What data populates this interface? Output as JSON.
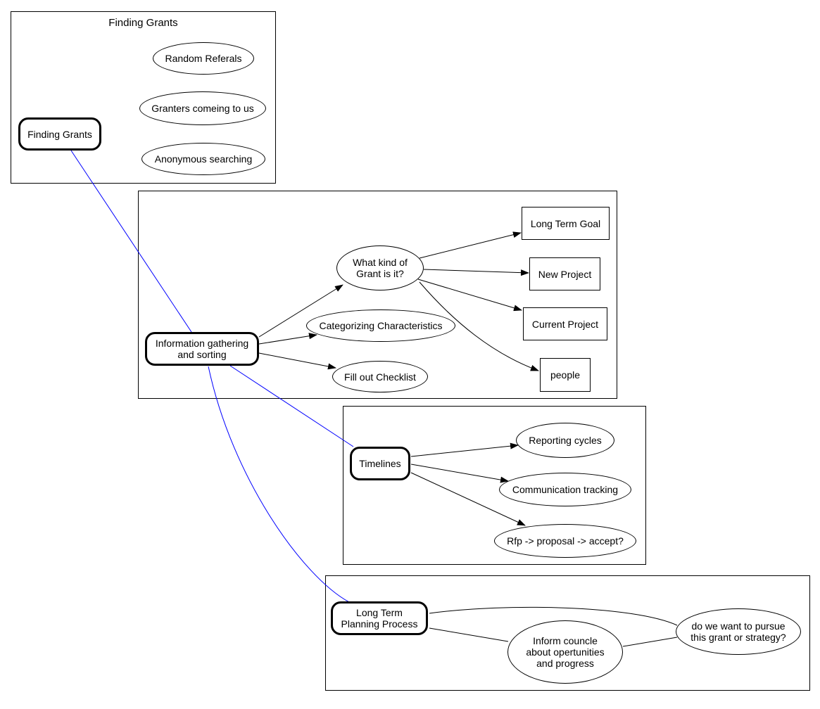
{
  "colors": {
    "background": "#ffffff",
    "outline": "#000000",
    "link_edge": "#0000ff"
  },
  "clusters": {
    "finding_grants": {
      "title": "Finding Grants"
    },
    "information_gathering": {
      "title": ""
    },
    "timelines": {
      "title": ""
    },
    "long_term_planning": {
      "title": ""
    }
  },
  "nodes": {
    "finding_grants": {
      "lines": [
        "Finding Grants"
      ]
    },
    "random_referals": {
      "lines": [
        "Random Referals"
      ]
    },
    "granters_comeing": {
      "lines": [
        "Granters comeing to us"
      ]
    },
    "anonymous_searching": {
      "lines": [
        "Anonymous searching"
      ]
    },
    "information_gathering": {
      "lines": [
        "Information gathering",
        "and sorting"
      ]
    },
    "what_kind_of_grant": {
      "lines": [
        "What kind of",
        "Grant is it?"
      ]
    },
    "categorizing_characteristics": {
      "lines": [
        "Categorizing Characteristics"
      ]
    },
    "fill_out_checklist": {
      "lines": [
        "Fill out Checklist"
      ]
    },
    "long_term_goal": {
      "lines": [
        "Long Term Goal"
      ]
    },
    "new_project": {
      "lines": [
        "New Project"
      ]
    },
    "current_project": {
      "lines": [
        "Current Project"
      ]
    },
    "people": {
      "lines": [
        "people"
      ]
    },
    "timelines": {
      "lines": [
        "Timelines"
      ]
    },
    "reporting_cycles": {
      "lines": [
        "Reporting cycles"
      ]
    },
    "communication_tracking": {
      "lines": [
        "Communication tracking"
      ]
    },
    "rfp_proposal_accept": {
      "lines": [
        "Rfp -> proposal -> accept?"
      ]
    },
    "long_term_planning": {
      "lines": [
        "Long Term",
        "Planning Process"
      ]
    },
    "inform_councle": {
      "lines": [
        "Inform councle",
        "about opertunities",
        "and progress"
      ]
    },
    "pursue_grant": {
      "lines": [
        "do we want to pursue",
        "this grant or strategy?"
      ]
    }
  },
  "edges": [
    {
      "from": "finding_grants",
      "to": "information_gathering",
      "color": "#0000ff",
      "arrow": false
    },
    {
      "from": "information_gathering",
      "to": "timelines",
      "color": "#0000ff",
      "arrow": false
    },
    {
      "from": "information_gathering",
      "to": "long_term_planning",
      "color": "#0000ff",
      "arrow": false
    },
    {
      "from": "information_gathering",
      "to": "what_kind_of_grant",
      "color": "#000000",
      "arrow": true
    },
    {
      "from": "information_gathering",
      "to": "categorizing_characteristics",
      "color": "#000000",
      "arrow": true
    },
    {
      "from": "information_gathering",
      "to": "fill_out_checklist",
      "color": "#000000",
      "arrow": true
    },
    {
      "from": "what_kind_of_grant",
      "to": "long_term_goal",
      "color": "#000000",
      "arrow": true
    },
    {
      "from": "what_kind_of_grant",
      "to": "new_project",
      "color": "#000000",
      "arrow": true
    },
    {
      "from": "what_kind_of_grant",
      "to": "current_project",
      "color": "#000000",
      "arrow": true
    },
    {
      "from": "what_kind_of_grant",
      "to": "people",
      "color": "#000000",
      "arrow": true
    },
    {
      "from": "timelines",
      "to": "reporting_cycles",
      "color": "#000000",
      "arrow": true
    },
    {
      "from": "timelines",
      "to": "communication_tracking",
      "color": "#000000",
      "arrow": true
    },
    {
      "from": "timelines",
      "to": "rfp_proposal_accept",
      "color": "#000000",
      "arrow": true
    },
    {
      "from": "long_term_planning",
      "to": "pursue_grant",
      "color": "#000000",
      "arrow": false
    },
    {
      "from": "long_term_planning",
      "to": "inform_councle",
      "color": "#000000",
      "arrow": false
    },
    {
      "from": "inform_councle",
      "to": "pursue_grant",
      "color": "#000000",
      "arrow": false
    }
  ]
}
